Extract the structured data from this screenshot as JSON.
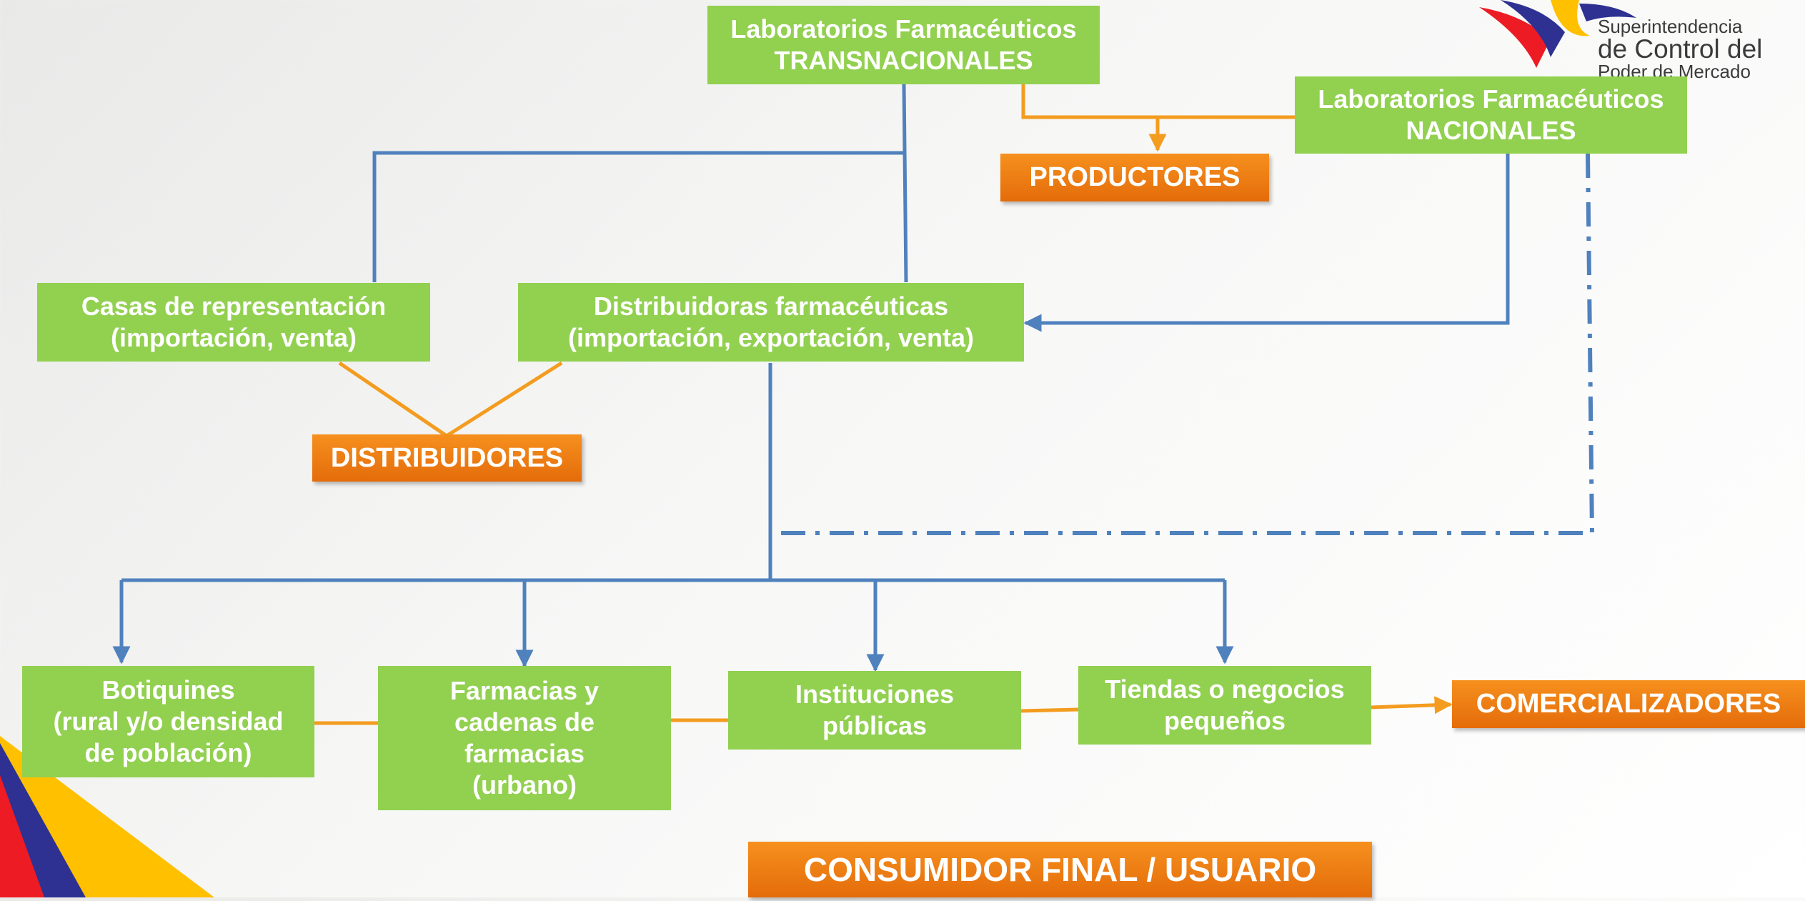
{
  "brand": {
    "org_line1": "Superintendencia",
    "org_line2": "de Control del",
    "org_line3": "Poder de Mercado",
    "colors": {
      "green": "#92d050",
      "orange": "#e46c0a",
      "blue": "#4f81bd",
      "connector_orange": "#f39c1f",
      "flag_yellow": "#ffc000",
      "flag_blue": "#2e3192",
      "flag_red": "#ed1c24"
    }
  },
  "nodes": {
    "lab_trans": "Laboratorios Farmacéuticos\nTRANSNACIONALES",
    "lab_nac": "Laboratorios Farmacéuticos\nNACIONALES",
    "productores": "PRODUCTORES",
    "casas": "Casas de representación\n(importación, venta)",
    "distribuidoras": "Distribuidoras farmacéuticas\n(importación, exportación, venta)",
    "distribuidores": "DISTRIBUIDORES",
    "botiquines": "Botiquines\n(rural y/o densidad\nde población)",
    "farmacias": "Farmacias y\ncadenas de\nfarmacias\n(urbano)",
    "instituciones": "Instituciones\npúblicas",
    "tiendas": "Tiendas o negocios\npequeños",
    "comercializadores": "COMERCIALIZADORES",
    "consumidor": "CONSUMIDOR FINAL / USUARIO"
  }
}
